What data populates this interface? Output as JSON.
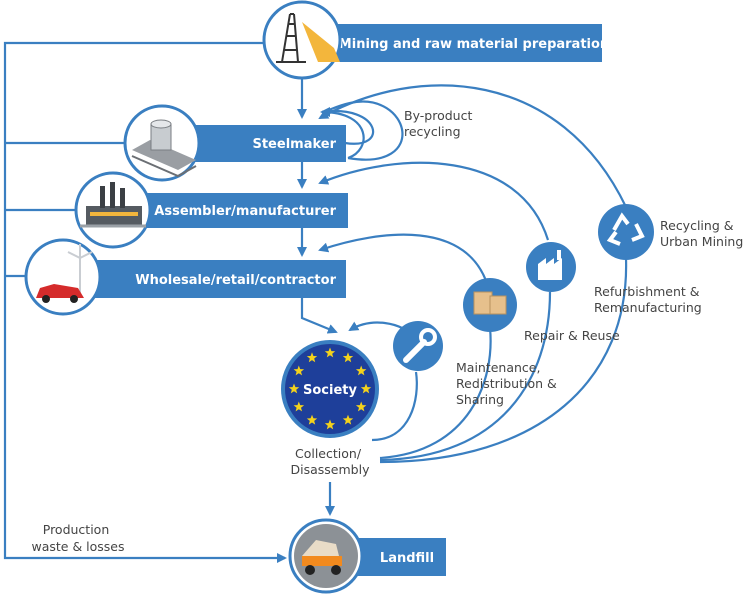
{
  "colors": {
    "accent": "#3a7fc1",
    "box": "#3a7fc1",
    "society": "#1e3f9a",
    "star": "#f4d21c",
    "text": "#444444"
  },
  "stages": {
    "mining": "Mining and raw material preparation",
    "steelmaker": "Steelmaker",
    "assembler": "Assembler/manufacturer",
    "wholesale": "Wholesale/retail/contractor",
    "society": "Society",
    "landfill": "Landfill"
  },
  "loops": {
    "byproduct": [
      "By-product",
      "recycling"
    ],
    "recycling": [
      "Recycling &",
      "Urban Mining"
    ],
    "refurbishment": [
      "Refurbishment &",
      "Remanufacturing"
    ],
    "repair": [
      "Repair & Reuse"
    ],
    "maintenance": [
      "Maintenance,",
      "Redistribution &",
      "Sharing"
    ]
  },
  "flows": {
    "collection": [
      "Collection/",
      "Disassembly"
    ],
    "production_waste": [
      "Production",
      "waste & losses"
    ]
  },
  "icons": {
    "mining": "oil-derrick-icon",
    "steel": "steel-coil-icon",
    "factory": "factory-icon",
    "wholesale": "car-turbine-icon",
    "maintenance": "wrench-icon",
    "repair": "boxes-icon",
    "refurbishment": "factory-icon",
    "recycling": "recycle-icon",
    "landfill": "dump-truck-icon"
  }
}
